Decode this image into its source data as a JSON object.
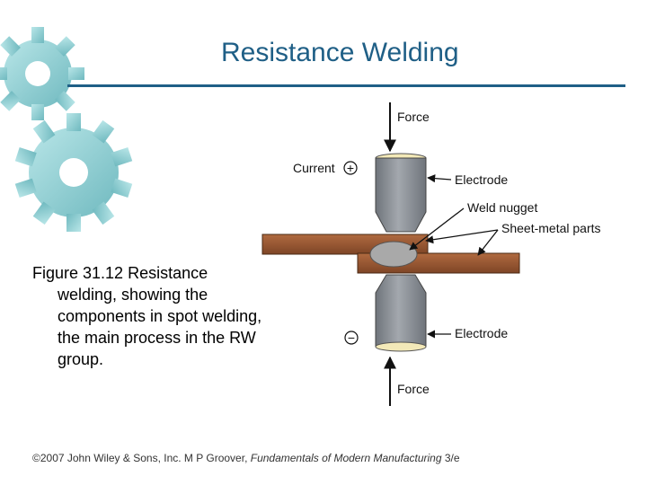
{
  "slide": {
    "title": "Resistance Welding",
    "caption": "Figure 31.12 Resistance welding, showing the components in spot welding, the main process in the RW group.",
    "footer": {
      "copyright": "©2007 John Wiley & Sons, Inc.  M P Groover, ",
      "book_title": "Fundamentals of Modern Manufacturing",
      "edition": " 3/e"
    }
  },
  "diagram": {
    "labels": {
      "force_top": "Force",
      "current": "Current",
      "electrode_top": "Electrode",
      "weld_nugget": "Weld nugget",
      "sheet_metal": "Sheet-metal parts",
      "electrode_bottom": "Electrode",
      "force_bottom": "Force"
    },
    "polarity": {
      "positive": "+",
      "negative": "−"
    }
  },
  "colors": {
    "title": "#1f5f86",
    "gear": "#8fd0d4",
    "electrode": "#8a8f97",
    "sheet_metal": "#9a5a35",
    "nugget": "#a9a9a9"
  },
  "icons": [
    "gear-icon",
    "arrow-icon",
    "plus-circle-icon",
    "minus-circle-icon"
  ]
}
